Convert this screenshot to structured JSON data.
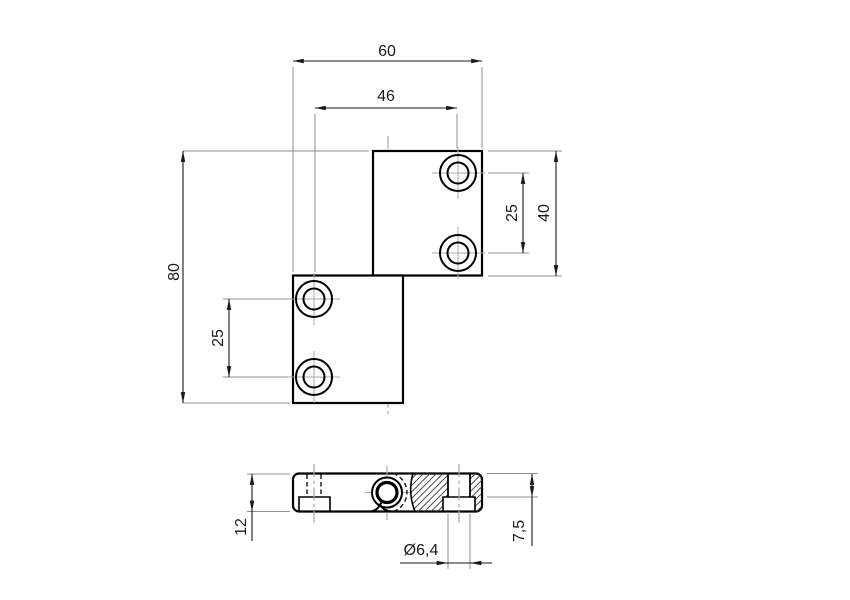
{
  "sheet": {
    "background": "#ffffff"
  },
  "front_view": {
    "dimensions": {
      "overall_width": "60",
      "hole_span": "46",
      "overall_height": "80",
      "leaf_height": "40",
      "right_hole_pitch": "25",
      "left_hole_pitch": "25"
    }
  },
  "section_view": {
    "dimensions": {
      "thickness": "12",
      "bore_depth": "7,5",
      "hole_diameter": "Ø6,4"
    }
  },
  "colors": {
    "outline": "#000000",
    "dimension": "#1a1a1a",
    "auxiliary": "#9a9a9a"
  }
}
